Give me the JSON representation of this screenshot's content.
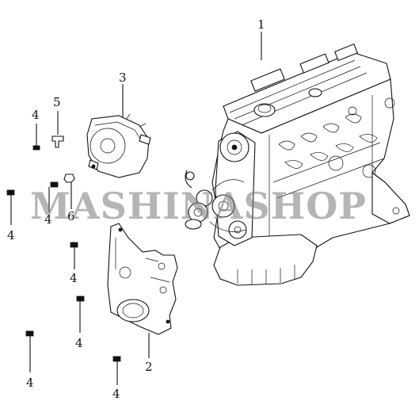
{
  "diagram": {
    "watermark": "MASHINASHOP",
    "callouts": {
      "engine": "1",
      "lower_cover": "2",
      "upper_cover": "3",
      "bolt": "4",
      "clip": "5",
      "nut": "6"
    }
  }
}
